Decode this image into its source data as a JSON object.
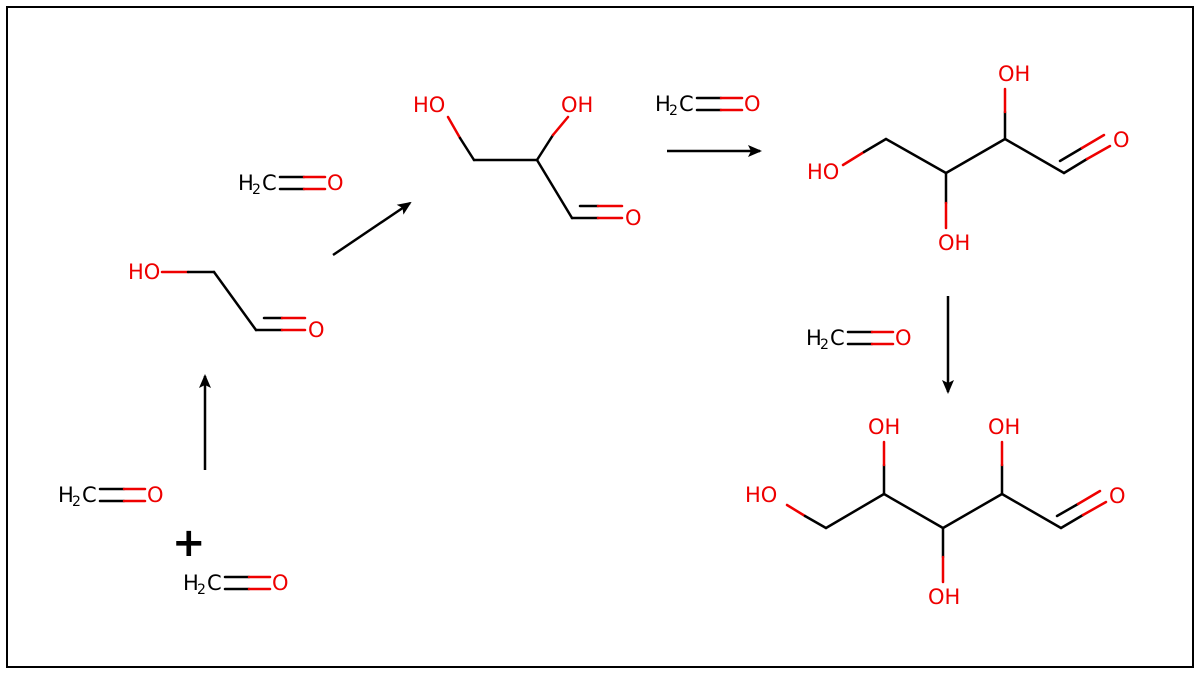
{
  "labels": {
    "formaldehyde_h2c": "H",
    "formaldehyde_sub": "2",
    "formaldehyde_c": "C",
    "oxygen": "O",
    "hydroxyl_left": "HO",
    "hydroxyl_right": "OH",
    "plus": "+"
  },
  "colors": {
    "carbon_bond": "#000000",
    "oxygen": "#ee0000"
  }
}
